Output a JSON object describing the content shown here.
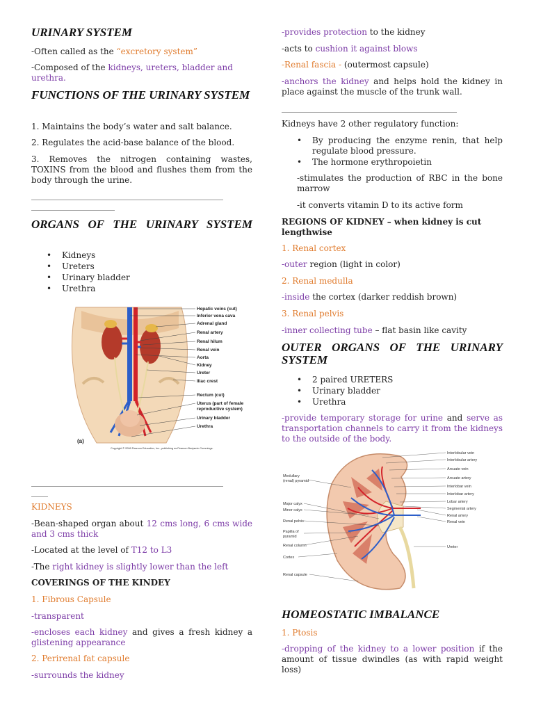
{
  "left": {
    "title": "URINARY SYSTEM",
    "often_pre": "-Often called as  the ",
    "often_hl": "“excretory system”",
    "composed_pre": "-Composed of the ",
    "composed_hl": "kidneys, ureters, bladder and urethra.",
    "functions_title": "FUNCTIONS OF THE URINARY SYSTEM",
    "func1": "1. Maintains the body’s water and salt balance.",
    "func2": "2. Regulates the acid-base balance of the blood.",
    "func3": "3. Removes the nitrogen containing wastes, TOXINS from the blood and flushes them from the body through the urine.",
    "rule1a": "______________________________________________",
    "rule1b": "____________________",
    "organs_title": "ORGANS OF THE URINARY SYSTEM",
    "organs": [
      "Kidneys",
      "Ureters",
      "Urinary bladder",
      "Urethra"
    ],
    "fig1_labels": [
      "Hepatic veins (cut)",
      "Inferior vena cava",
      "Adrenal gland",
      "Renal artery",
      "Renal hilum",
      "Renal vein",
      "Aorta",
      "Kidney",
      "Ureter",
      "Iliac crest",
      "Rectum (cut)",
      "Uterus (part of female",
      "reproductive system)",
      "Urinary bladder",
      "Urethra"
    ],
    "fig1_tag": "(a)",
    "fig1_credit": "Copyright © 2006 Pearson Education, Inc., publishing as Pearson Benjamin Cummings.",
    "rule2a": "______________________________________________",
    "rule2b": "____",
    "kidneys_head": "KIDNEYS",
    "bean_pre": "-Bean-shaped organ about ",
    "bean_hl": "12 cms long, 6 cms wide and 3 cms thick",
    "level_pre": "-Located at the level of ",
    "level_hl": "T12 to L3",
    "right_pre": "-The ",
    "right_hl": "right kidney is slightly lower than the left",
    "coverings_title": "COVERINGS OF THE KINDEY",
    "cov1": "1. Fibrous Capsule",
    "transparent": "-transparent",
    "encloses_hl": "-encloses each kidney",
    "encloses_mid": " and gives a fresh kidney a ",
    "encloses_hl2": "glistening appearance",
    "cov2": "2. Perirenal fat capsule",
    "surrounds": "-surrounds the kidney"
  },
  "right": {
    "protect_hl": "-provides protection",
    "protect_rest": " to the kidney",
    "acts_pre": "-acts to ",
    "acts_hl": "cushion it against blows",
    "fascia_hl": "-Renal fascia - ",
    "fascia_rest": " (outermost capsule)",
    "anchors_hl": "-anchors the kidney",
    "anchors_rest": " and helps hold the kidney in place against the muscle of the trunk wall.",
    "rule3": "__________________________________________",
    "regulatory": "Kidneys have 2 other regulatory function:",
    "reg_items": [
      "By producing the enzyme renin, that help regulate blood pressure.",
      "The hormone erythropoietin"
    ],
    "stim": "-stimulates the production of RBC in the bone marrow",
    "vitd": "-it converts vitamin D to its active form",
    "regions_title": "REGIONS OF KIDNEY – when kidney is cut lengthwise",
    "reg1": "1. Renal cortex",
    "outer_hl": "-outer",
    "outer_rest": " region (light in color)",
    "reg2": "2. Renal medulla",
    "inside_hl": "-inside",
    "inside_rest": " the cortex (darker reddish brown)",
    "reg3": "3. Renal pelvis",
    "inner_hl": "-inner collecting tube",
    "inner_rest": " – flat basin like cavity",
    "outer_organs_title": "OUTER ORGANS OF THE URINARY SYSTEM",
    "outer_items": [
      "2 paired URETERS",
      "Urinary bladder",
      "Urethra"
    ],
    "storage_hl1": "-provide temporary storage for urine",
    "storage_mid": " and ",
    "storage_hl2": "serve as transportation channels to carry it from the kidneys to the outside of the body.",
    "fig2_labels_right": [
      "Interlobular vein",
      "Interlobular artery",
      "Arcuate vein",
      "Arcuate artery",
      "Interlobar vein",
      "Interlobar artery",
      "Lobar artery",
      "Segmental artery",
      "Renal artery",
      "Renal vein",
      "Ureter"
    ],
    "fig2_labels_left": [
      "Medullary",
      "(renal) pyramid",
      "Major calyx",
      "Minor calyx",
      "Renal pelvis",
      "Papilla of",
      "pyramid",
      "Renal column",
      "Cortex",
      "Renal capsule"
    ],
    "homeo_title": "HOMEOSTATIC IMBALANCE",
    "ptosis": "1. Ptosis",
    "drop_hl": "-dropping of the kidney to a lower position",
    "drop_rest": " if the amount of tissue dwindles (as with rapid weight loss)"
  },
  "colors": {
    "purple": "#7b3aa6",
    "orange": "#e07b2d"
  }
}
